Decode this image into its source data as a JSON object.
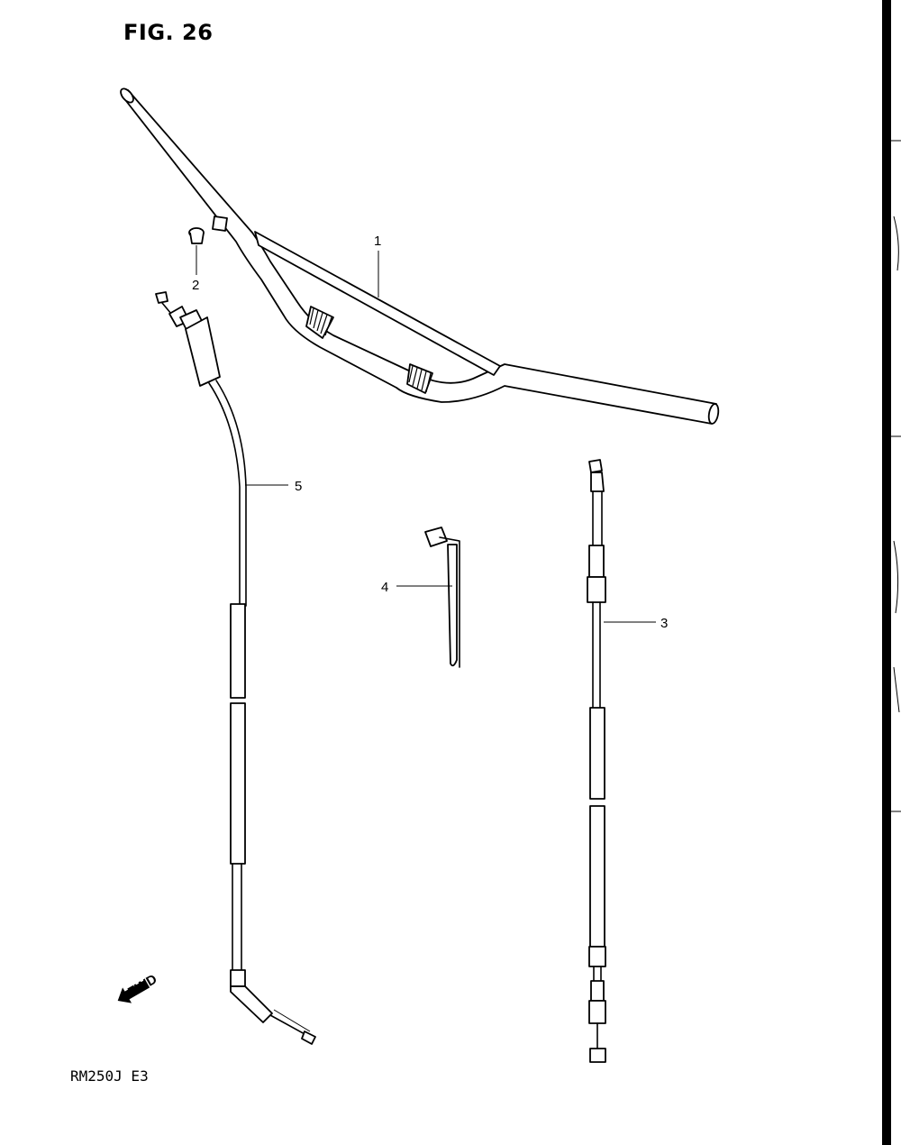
{
  "figure": {
    "title": "FIG. 26",
    "model_code": "RM250J  E3",
    "fwd_label": "FWD"
  },
  "callouts": [
    {
      "id": "1",
      "label": "1"
    },
    {
      "id": "2",
      "label": "2"
    },
    {
      "id": "3",
      "label": "3"
    },
    {
      "id": "4",
      "label": "4"
    },
    {
      "id": "5",
      "label": "5"
    }
  ]
}
